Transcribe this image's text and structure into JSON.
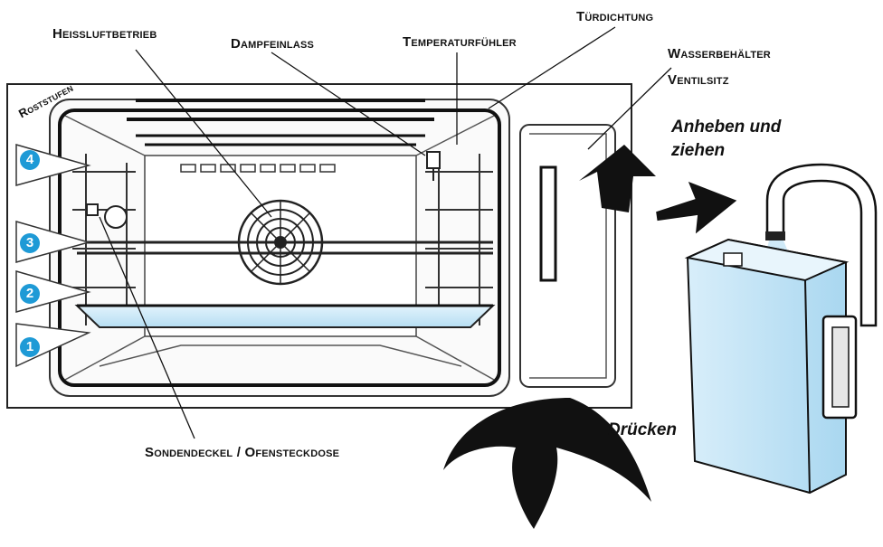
{
  "labels": {
    "heissluftbetrieb": "Heissluftbetrieb",
    "dampfeinlass": "Dampfeinlass",
    "temperaturfuehler": "Temperaturfühler",
    "tuerdichtung": "Türdichtung",
    "wasserbehaelter": "Wasserbehälter",
    "ventilsitz": "Ventilsitz",
    "roststufen": "Roststufen",
    "sondendeckel": "Sondendeckel / Ofensteckdose"
  },
  "actions": {
    "anheben_line1": "Anheben und",
    "anheben_line2": "ziehen",
    "druecken": "Drücken"
  },
  "rack_levels": [
    "4",
    "3",
    "2",
    "1"
  ],
  "colors": {
    "accent_blue": "#1e9ad6",
    "water_blue": "#bfe3f5",
    "outline": "#111111"
  }
}
